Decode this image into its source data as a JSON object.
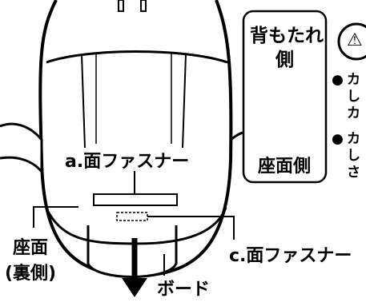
{
  "labels": {
    "fastener_a": "a.面ファスナー",
    "fastener_c": "c.面ファスナー",
    "seat_line1": "座面",
    "seat_line2": "(裏側)",
    "board": "ボード"
  },
  "side_panel": {
    "backrest_line1": "背もたれ",
    "backrest_line2": "側",
    "seat_side": "座面側"
  },
  "note_circle_glyph": "⚠",
  "bullets": [
    {
      "marker": "●",
      "text": "カ"
    },
    {
      "marker": "",
      "text": "し"
    },
    {
      "marker": "",
      "text": "カ"
    },
    {
      "marker": "●",
      "text": "カ"
    },
    {
      "marker": "",
      "text": "し"
    },
    {
      "marker": "",
      "text": "さ"
    }
  ]
}
